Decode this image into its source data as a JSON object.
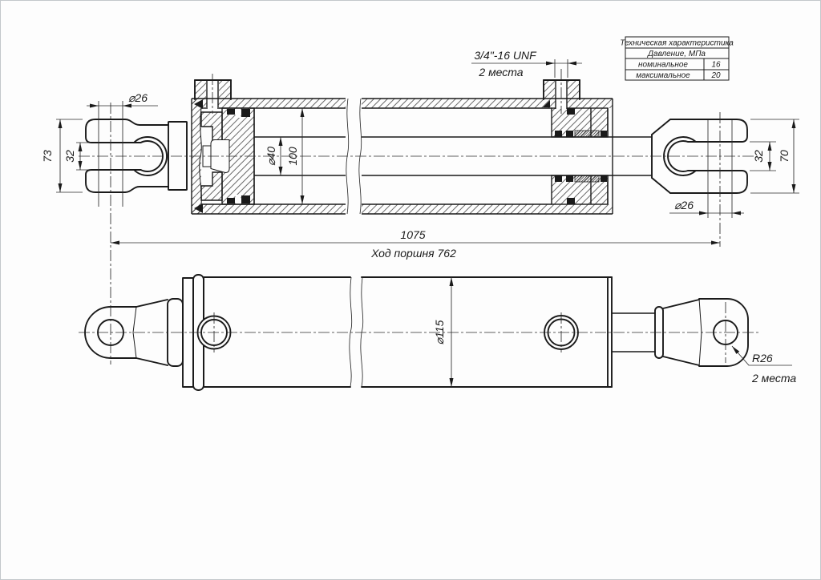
{
  "table": {
    "title": "Техническая характеристика",
    "subtitle": "Давление, МПа",
    "rows": [
      {
        "label": "номинальное",
        "value": "16"
      },
      {
        "label": "максимальное",
        "value": "20"
      }
    ]
  },
  "dimensions": {
    "pin_bore_left": "⌀26",
    "fork_height": "73",
    "fork_slot": "32",
    "rod_diameter": "⌀40",
    "bore_diameter": "100",
    "port_thread": "3/4\"-16 UNF",
    "port_places": "2 места",
    "pin_bore_right": "⌀26",
    "slot_right": "32",
    "eye_height_right": "70",
    "overall_length": "1075",
    "stroke_note": "Ход поршня 762",
    "body_diameter": "⌀115",
    "eye_radius": "R26",
    "eye_radius_places": "2 места"
  }
}
